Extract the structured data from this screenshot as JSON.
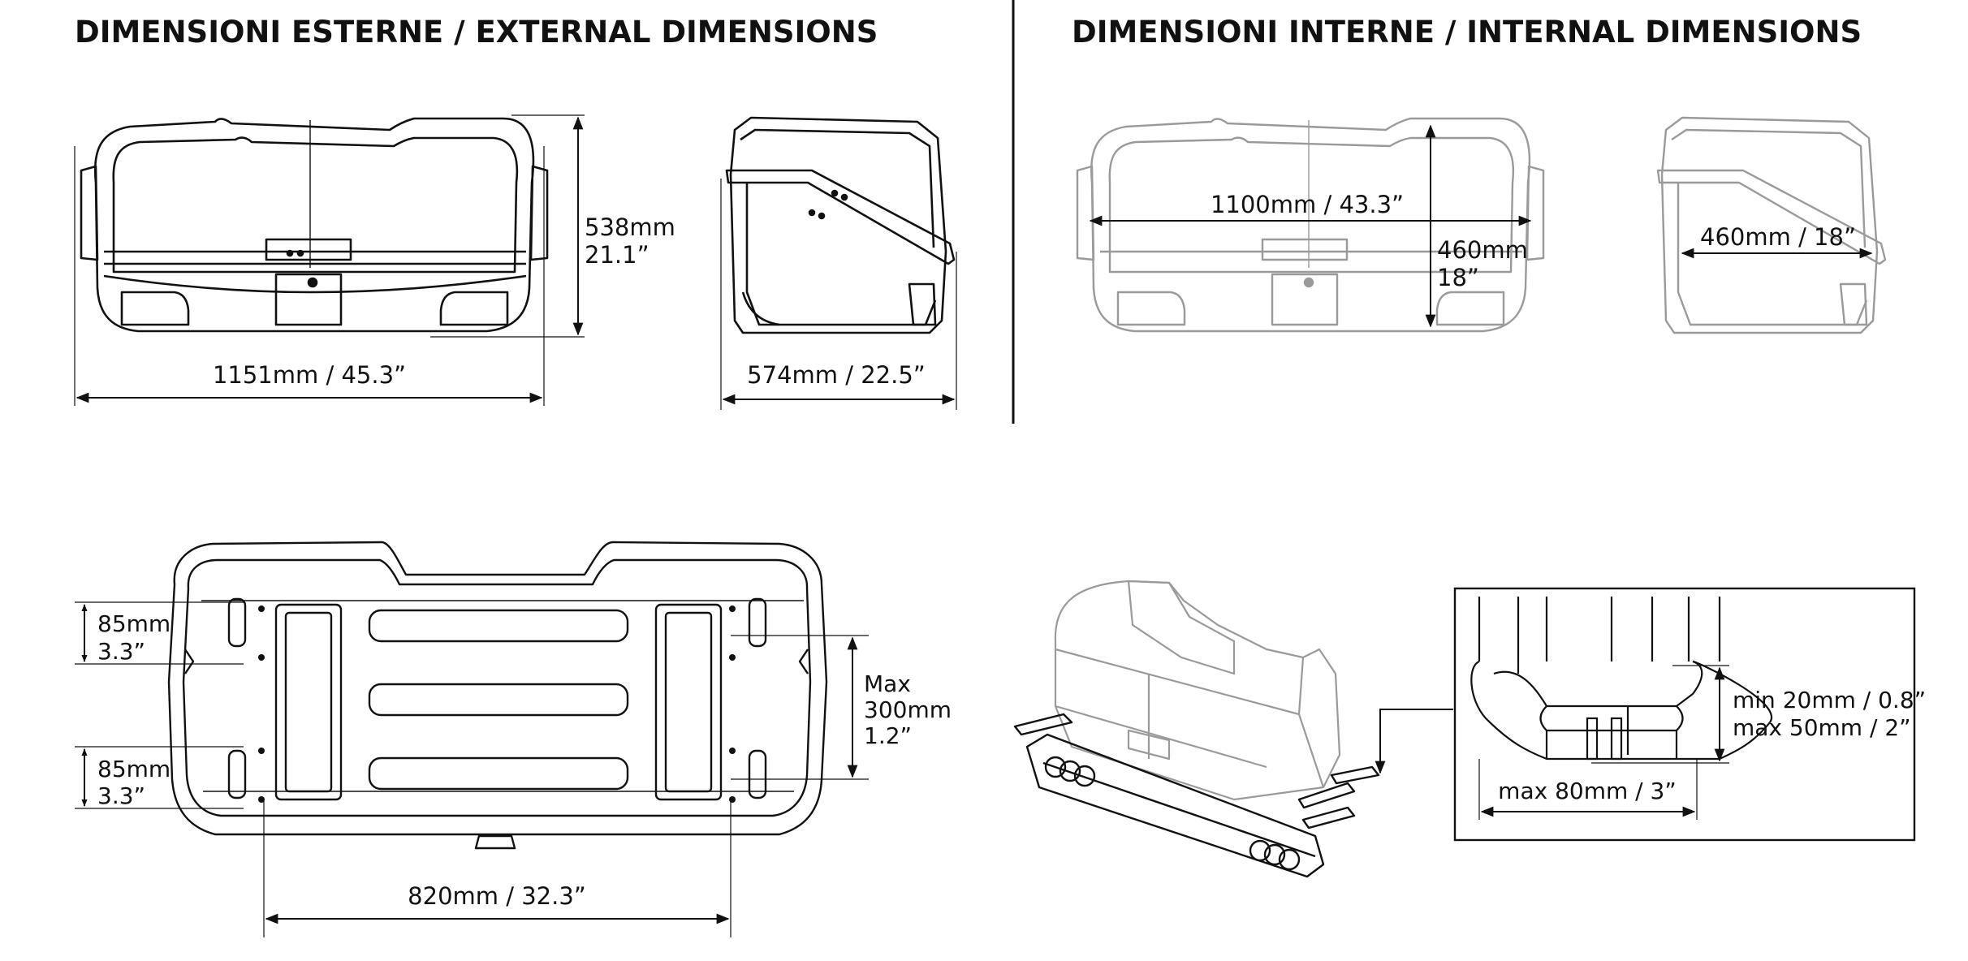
{
  "titles": {
    "external": "DIMENSIONI ESTERNE / EXTERNAL DIMENSIONS",
    "internal": "DIMENSIONI INTERNE / INTERNAL DIMENSIONS"
  },
  "external": {
    "height_mm": "538mm",
    "height_in": "21.1”",
    "width": "1151mm / 45.3”",
    "depth": "574mm / 22.5”"
  },
  "internal": {
    "width": "1100mm / 43.3”",
    "height_mm": "460mm",
    "height_in": "18”",
    "depth": "460mm / 18”"
  },
  "base": {
    "upper_gap_mm": "85mm",
    "upper_gap_in": "3.3”",
    "lower_gap_mm": "85mm",
    "lower_gap_in": "3.3”",
    "max_label": "Max",
    "max_mm": "300mm",
    "max_in": "1.2”",
    "rail_span": "820mm / 32.3”"
  },
  "bar_detail": {
    "thickness_min": "min 20mm / 0.8”",
    "thickness_max": "max 50mm / 2”",
    "width_max": "max 80mm / 3”"
  }
}
